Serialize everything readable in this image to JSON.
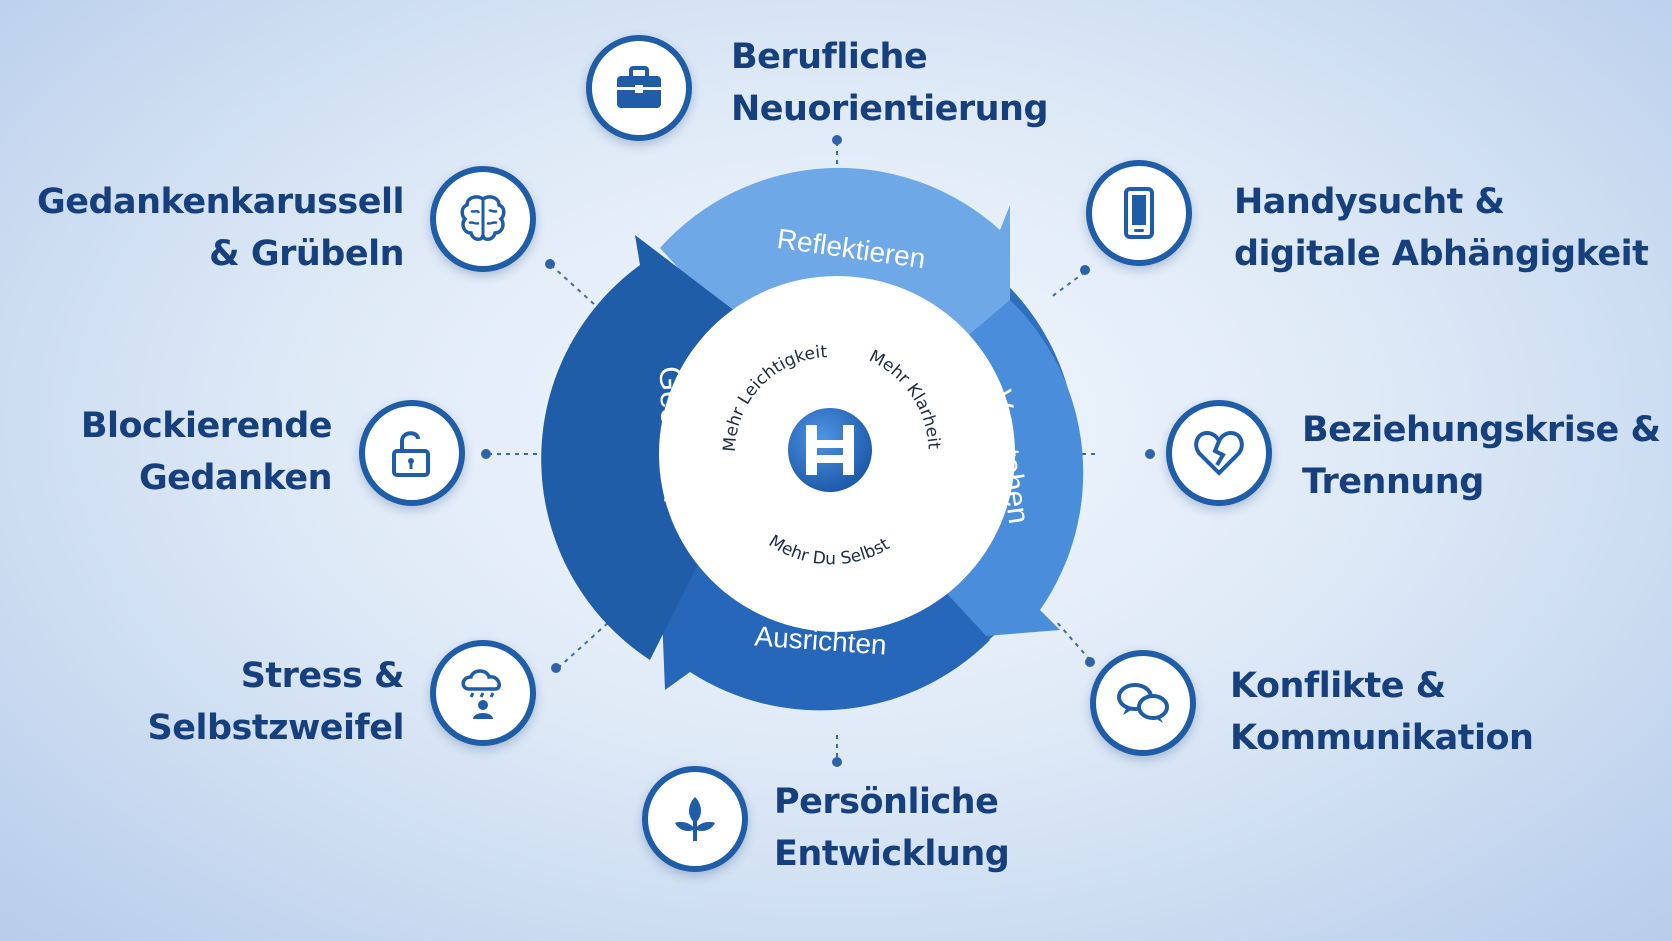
{
  "cycle": {
    "stages": {
      "reflect": "Reflektieren",
      "understand": "Verstehen",
      "align": "Ausrichten",
      "shape": "Gestalten"
    },
    "center": {
      "phrase_left": "Mehr Leichtigkeit",
      "phrase_right": "Mehr Klarheit",
      "phrase_bottom": "Mehr Du Selbst",
      "logo_icon": "h-monogram-logo"
    },
    "colors": {
      "dark_blue": "#1f5da8",
      "mid_blue": "#3a7fd0",
      "light_blue": "#6fa8e6",
      "text_blue": "#163f7d"
    }
  },
  "topics": [
    {
      "lines": [
        "Berufliche",
        "Neuorientierung"
      ],
      "icon": "briefcase-icon"
    },
    {
      "lines": [
        "Handysucht &",
        "digitale Abhängigkeit"
      ],
      "icon": "smartphone-icon"
    },
    {
      "lines": [
        "Beziehungskrise &",
        "Trennung"
      ],
      "icon": "broken-heart-icon"
    },
    {
      "lines": [
        "Konflikte &",
        "Kommunikation"
      ],
      "icon": "speech-bubbles-icon"
    },
    {
      "lines": [
        "Persönliche",
        "Entwicklung"
      ],
      "icon": "sprout-icon"
    },
    {
      "lines": [
        "Stress &",
        "Selbstzweifel"
      ],
      "icon": "rain-cloud-person-icon"
    },
    {
      "lines": [
        "Blockierende",
        "Gedanken"
      ],
      "icon": "unlocked-padlock-icon"
    },
    {
      "lines": [
        "Gedankenkarussell",
        "& Grübeln"
      ],
      "icon": "brain-icon"
    }
  ]
}
